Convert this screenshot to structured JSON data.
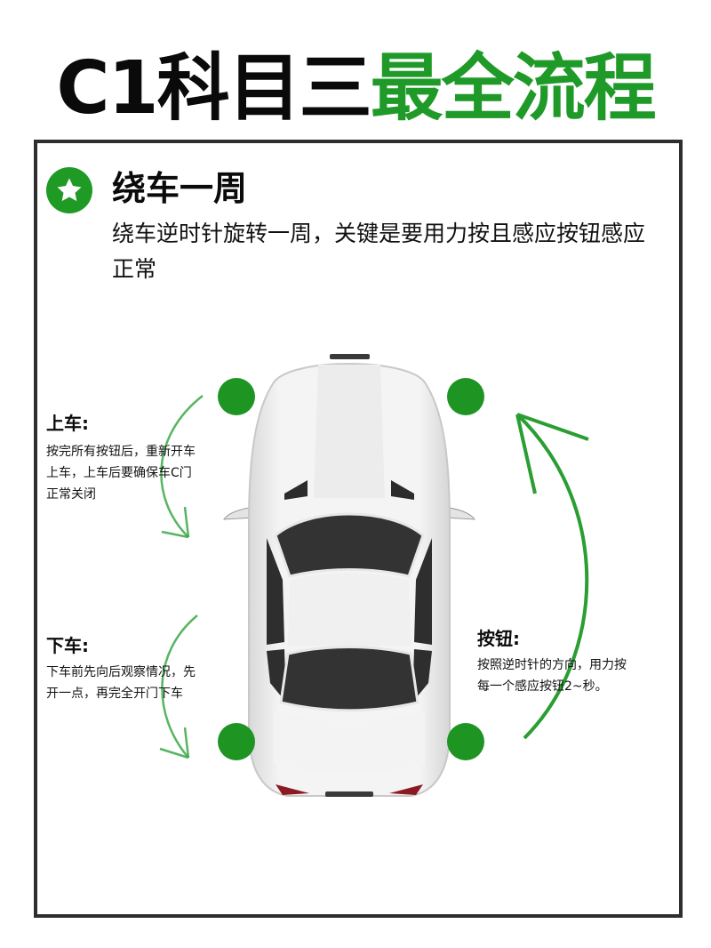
{
  "header": {
    "title_black": "C1科目三",
    "title_green": "最全流程"
  },
  "colors": {
    "accent_green": "#1f9a28",
    "frame_border": "#2e2e2e",
    "text": "#111111"
  },
  "section": {
    "icon": "star-icon",
    "title": "绕车一周",
    "description": "绕车逆时针旋转一周，关键是要用力按且感应按钮感应正常"
  },
  "labels": {
    "get_in": {
      "title": "上车:",
      "lines": [
        "按完所有按钮后，重新开车",
        "上车，上车后要确保车C门",
        "正常关闭"
      ]
    },
    "get_out": {
      "title": "下车:",
      "lines": [
        "下车前先向后观察情况，先",
        "开一点，再完全开门下车"
      ]
    },
    "button": {
      "title": "按钮:",
      "lines": [
        "按照逆时针的方向，用力按",
        "每一个感应按钮2~秒。"
      ]
    }
  },
  "diagram": {
    "car": "car-top-view-icon",
    "sensor_points": [
      "front-left",
      "front-right",
      "rear-left",
      "rear-right"
    ],
    "direction": "counterclockwise"
  }
}
